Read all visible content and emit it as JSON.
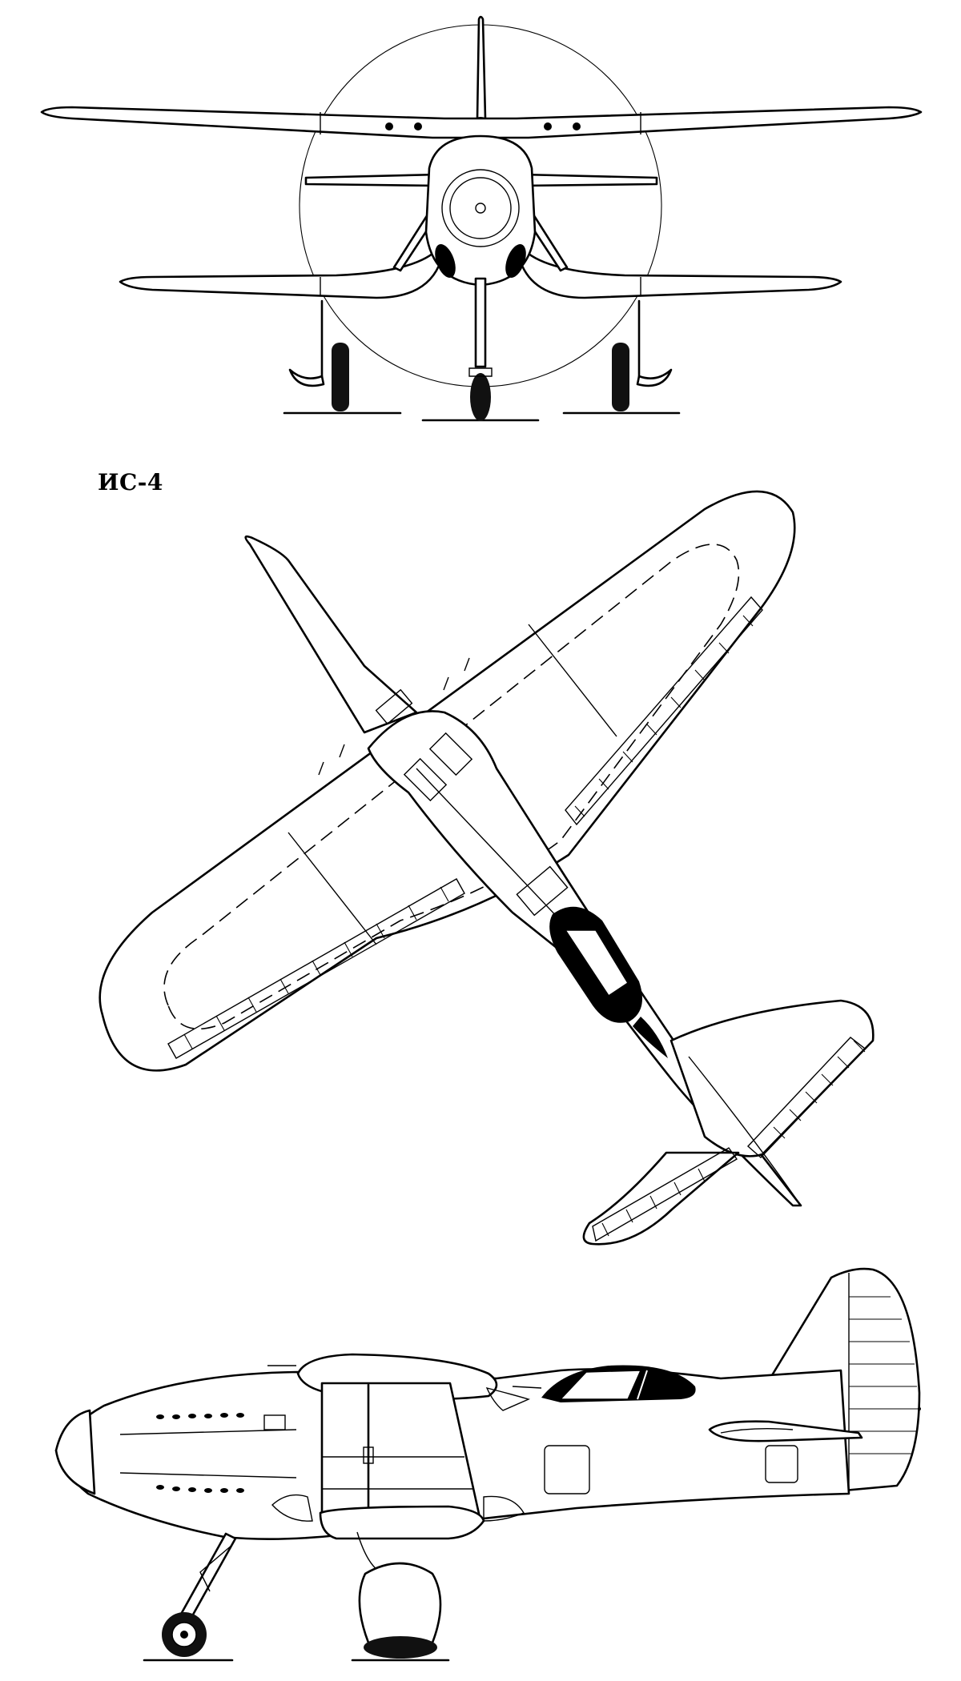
{
  "drawing": {
    "title": "ИС-4",
    "views": [
      "front-view",
      "top-view",
      "side-view"
    ]
  }
}
